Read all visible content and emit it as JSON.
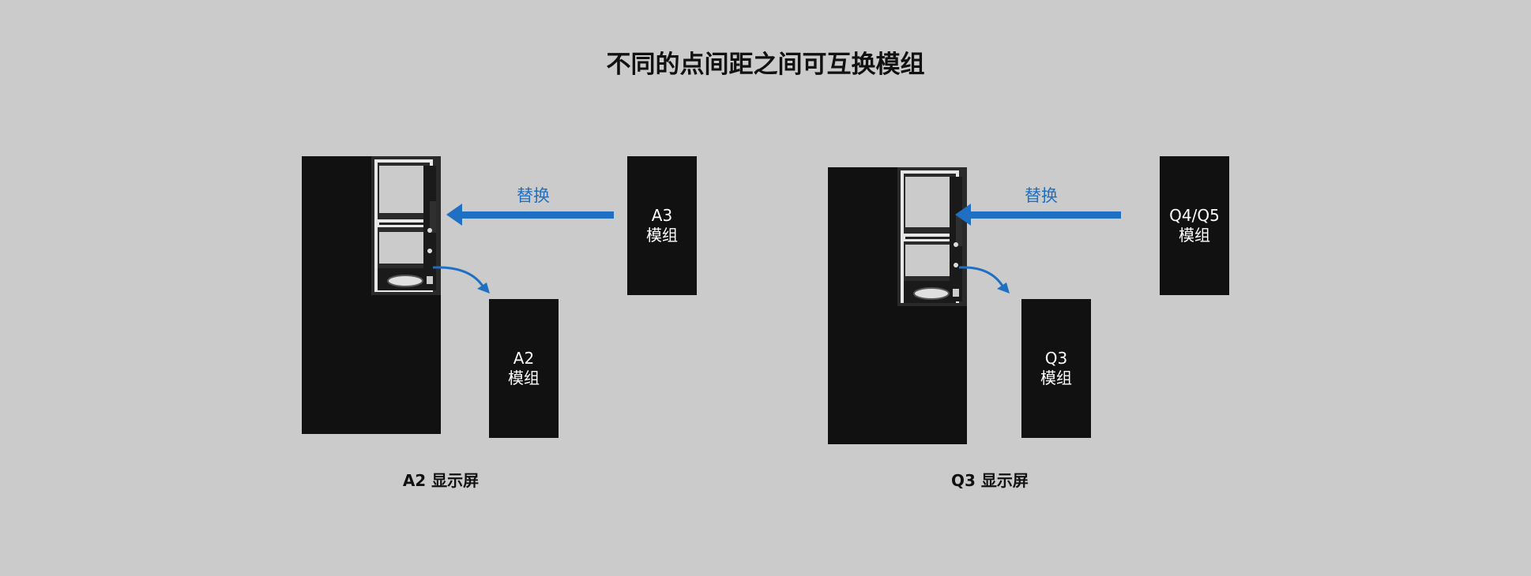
{
  "title": "不同的点间距之间可互换模组",
  "colors": {
    "background": "#cbcbcb",
    "module": "#111111",
    "arrow": "#1f6fc2"
  },
  "left": {
    "replace_label": "替换",
    "incoming_module": {
      "line1": "A3",
      "line2": "模组"
    },
    "outgoing_module": {
      "line1": "A2",
      "line2": "模组"
    },
    "caption": "A2 显示屏"
  },
  "right": {
    "replace_label": "替换",
    "incoming_module": {
      "line1": "Q4/Q5",
      "line2": "模组"
    },
    "outgoing_module": {
      "line1": "Q3",
      "line2": "模组"
    },
    "caption": "Q3 显示屏"
  }
}
